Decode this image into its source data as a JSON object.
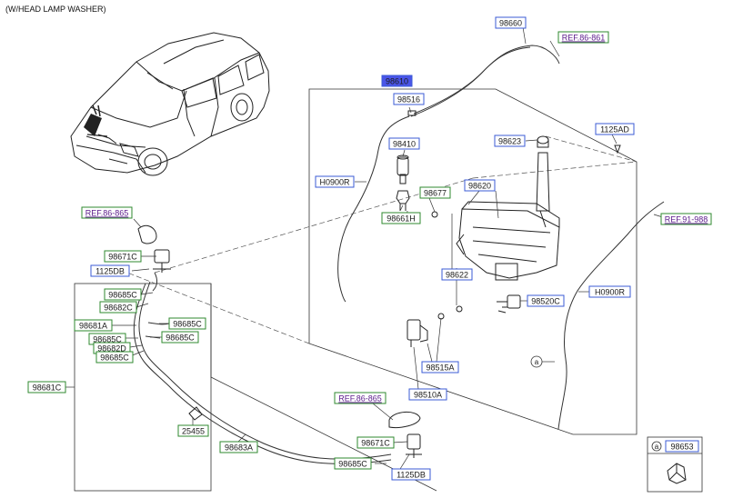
{
  "header": "(W/HEAD LAMP WASHER)",
  "parts": {
    "p98660": "98660",
    "ref86861": "REF.86-861",
    "p98610": "98610",
    "p98516": "98516",
    "p1125AD": "1125AD",
    "p98410": "98410",
    "p98623": "98623",
    "h0900r_top": "H0900R",
    "p98677": "98677",
    "p98620": "98620",
    "p98661H": "98661H",
    "ref91988": "REF.91-988",
    "ref86865_top": "REF.86-865",
    "p98671C_top": "98671C",
    "p1125DB_top": "1125DB",
    "p98622": "98622",
    "p98685C_a": "98685C",
    "p98682C": "98682C",
    "p98520C": "98520C",
    "h0900r_right": "H0900R",
    "p98681A": "98681A",
    "p98685C_b": "98685C",
    "p98685C_c": "98685C",
    "p98682D": "98682D",
    "p98685C_d": "98685C",
    "p98685C_e": "98685C",
    "p98515A": "98515A",
    "p98681C": "98681C",
    "p98510A": "98510A",
    "ref86865_bottom": "REF.86-865",
    "p25455": "25455",
    "p98671C_bottom": "98671C",
    "p98683A": "98683A",
    "p98653": "98653",
    "p98685C_f": "98685C",
    "p1125DB_bottom": "1125DB"
  },
  "callout_a": "a",
  "colors": {
    "box_stroke": "#3b5bd6",
    "green_stroke": "#2f8a2f",
    "highlight_fill": "#4a55e8",
    "ref_text": "#5a1a8a",
    "line": "#333333"
  }
}
